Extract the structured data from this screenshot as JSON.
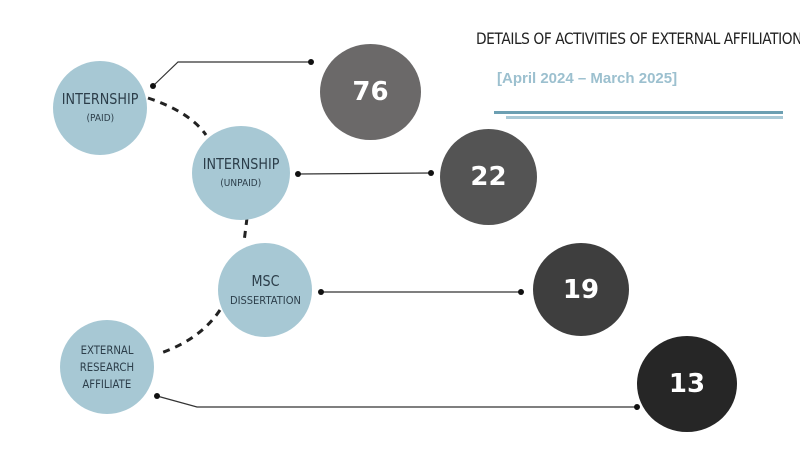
{
  "title": "Details of Activities of External Affiliation",
  "period": "[April 2024 – March 2025]",
  "activities": [
    {
      "label": "Internship",
      "sub": "(Paid)",
      "count": "76",
      "color": "#6b6969"
    },
    {
      "label": "Internship",
      "sub": "(Unpaid)",
      "count": "22",
      "color": "#545454"
    },
    {
      "label": "MSc",
      "sub": "Dissertation",
      "count": "19",
      "color": "#3e3e3e"
    },
    {
      "label_lines": [
        "External",
        "Research",
        "Affiliate"
      ],
      "count": "13",
      "color": "#262626"
    }
  ],
  "colors": {
    "node_fill": "#a7c8d4",
    "node_text": "#2c3e4a",
    "connector": "#222222",
    "subtitle": "#9cc0cf",
    "rule_dark": "#6c9fb2",
    "rule_light": "#a9c9d6"
  }
}
